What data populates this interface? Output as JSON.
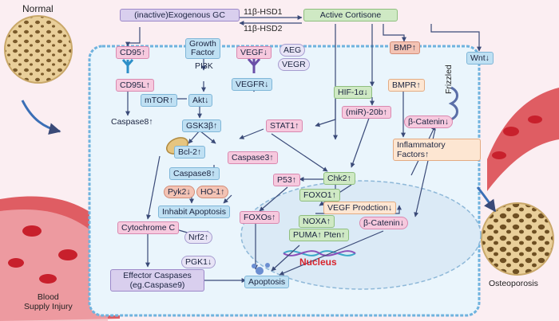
{
  "labels": {
    "normal": "Normal",
    "blood_supply_injury": "Blood\nSupply Injury",
    "osteoporosis": "Osteoporosis",
    "nucleus": "Nucleus",
    "hsd1": "11β-HSD1",
    "hsd2": "11β-HSD2",
    "frizzled": "Frizzled"
  },
  "nodes": {
    "exogenous_gc": "(inactive)Exogenous GC",
    "active_cortisone": "Active Cortisone",
    "cd95": "CD95↑",
    "growth_factor": "Growth\nFactor",
    "vegf": "VEGF↓",
    "aeg": "AEG",
    "vegr": "VEGR",
    "bmp": "BMP↑",
    "wnt": "Wnt↓",
    "pi3k": "PI3K",
    "cd95l": "CD95L↑",
    "vegfr": "VEGFR↓",
    "hif1a": "HIF-1α↓",
    "bmpr": "BMPR↑",
    "mtor": "mTOR↑",
    "akt": "Akt↓",
    "mir20b": "(miR)-20b↑",
    "caspase8_top": "Caspase8↑",
    "gsk3b": "GSK3β↑",
    "stat1": "STAT1↑",
    "beta_catenin_1": "β-Catenin↓",
    "bcl2": "Bcl-2↑",
    "caspase3": "Caspase3↑",
    "inflammatory": "Inflammatory\nFactors↑",
    "caspase8_mid": "Caspase8↑",
    "p53": "P53↑",
    "chk2": "Chk2↑",
    "pyk2": "Pyk2↓",
    "ho1": "HO-1↑",
    "foxo1": "FOXO1↑",
    "inhabit_apoptosis": "Inhabit Apoptosis",
    "foxos": "FOXOs↑",
    "vegf_production": "VEGF Prodction↓",
    "beta_catenin_2": "β-Catenin↓",
    "cytochrome_c": "Cytochrome C",
    "noxa": "NOXA↑",
    "nrf2": "Nrf2↑",
    "puma_pten": "PUMA↑ Pten↑",
    "pgk1": "PGK1↓",
    "effector_caspases": "Effector Caspases\n(eg.Caspase9)",
    "apoptosis": "Apoptosis"
  },
  "colors": {
    "background": "#fbeef2",
    "cell": "#eaf5fc",
    "cell_border": "#6fb3de",
    "arrow": "#3a4a78",
    "nucleus_text": "#d8242c",
    "bone": "#e9cf9a",
    "vessel": "#d9434a"
  }
}
